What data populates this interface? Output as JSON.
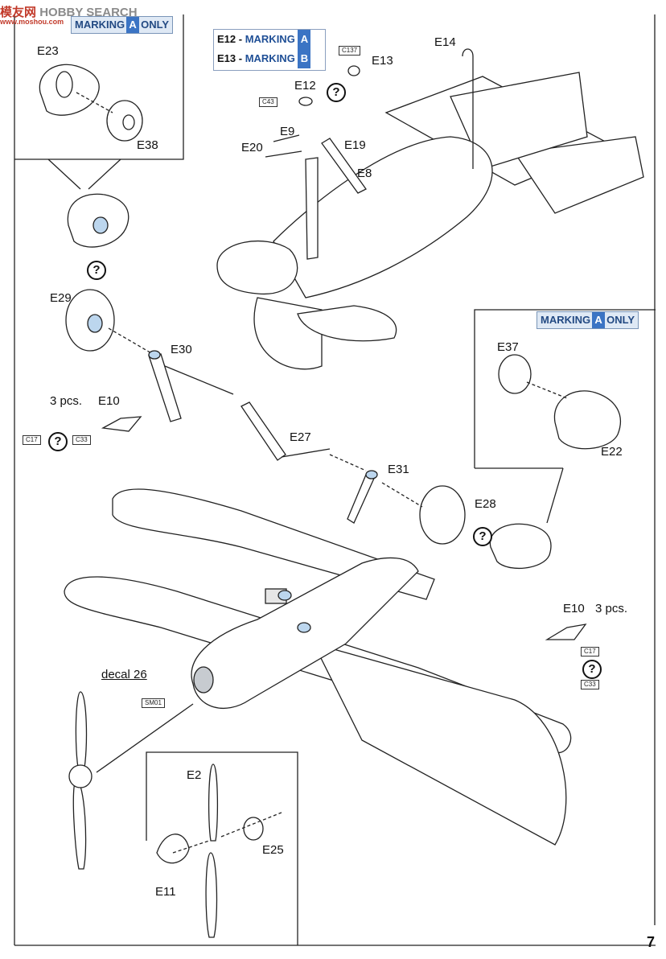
{
  "watermark": {
    "brand": "模友网",
    "brand_latin": "HOBBY SEARCH",
    "url": "www.moshou.com"
  },
  "banners": {
    "top_left": {
      "prefix": "MARKING",
      "letter": "A",
      "suffix": "ONLY"
    },
    "right": {
      "prefix": "MARKING",
      "letter": "A",
      "suffix": "ONLY"
    }
  },
  "legend": {
    "row1": {
      "part": "E12",
      "sep": " - ",
      "tag": "MARKING",
      "letter": "A"
    },
    "row2": {
      "part": "E13",
      "sep": " - ",
      "tag": "MARKING",
      "letter": "B"
    }
  },
  "question_mark": "?",
  "parts": {
    "E23": "E23",
    "E38": "E38",
    "E14": "E14",
    "E13": "E13",
    "E12": "E12",
    "E9": "E9",
    "E20": "E20",
    "E19": "E19",
    "E8": "E8",
    "E29": "E29",
    "E30": "E30",
    "E37": "E37",
    "E22": "E22",
    "E10_left": "E10",
    "E10_right": "E10",
    "E27": "E27",
    "E31": "E31",
    "E28": "E28",
    "E2": "E2",
    "E25": "E25",
    "E11": "E11"
  },
  "qty": {
    "left": "3 pcs.",
    "right": "3 pcs."
  },
  "paint_codes": {
    "c137": "C137",
    "c43": "C43",
    "c17_left": "C17",
    "c33_left": "C33",
    "c17_right": "C17",
    "c33_right": "C33",
    "sm01": "SM01"
  },
  "decal_label": "decal 26",
  "page_number": "7"
}
